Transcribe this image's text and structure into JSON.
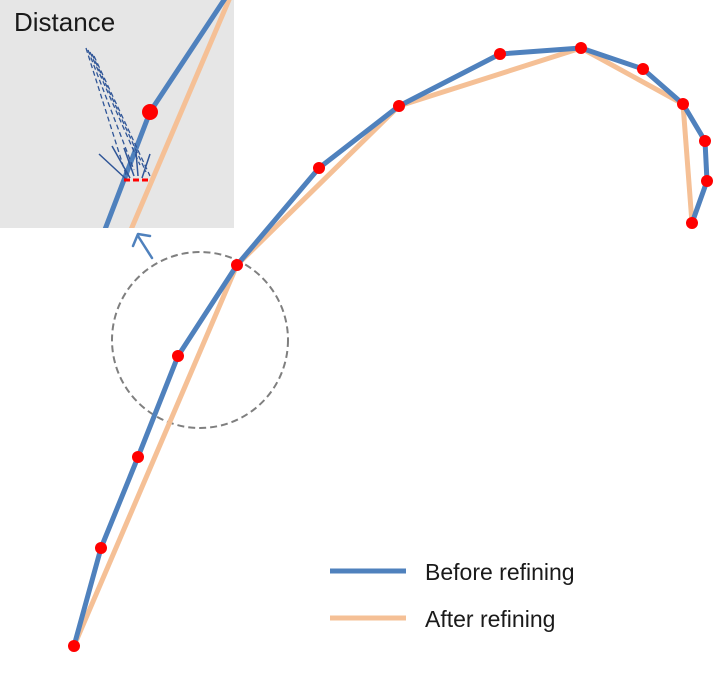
{
  "inset": {
    "label": "Distance"
  },
  "legend": {
    "before": {
      "label": "Before refining",
      "color": "#4f81bd"
    },
    "after": {
      "label": "After refining",
      "color": "#f5c096"
    }
  },
  "colors": {
    "point": "#ff0000",
    "inset_background": "#e6e6e6",
    "circle": "#7f7f7f"
  }
}
